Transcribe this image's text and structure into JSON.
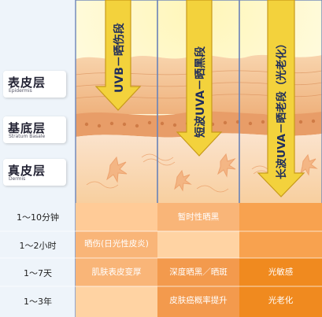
{
  "colors": {
    "background": "#eef4fa",
    "sky": "#fffbe8",
    "epidermis": "#f5c89a",
    "basale": "#f0ab77",
    "dermis": "#fbe0c8",
    "column_border": "#6b84b8",
    "arrow": "#f3d23c",
    "table_row_light": "#ffd9ad",
    "table_row_dark": "#f7a457",
    "uva_long_table": "#f08a1f"
  },
  "layers": [
    {
      "cn": "表皮层",
      "en": "Epidermis"
    },
    {
      "cn": "基底层",
      "en": "Stratum Basale"
    },
    {
      "cn": "真皮层",
      "en": "Dermis"
    }
  ],
  "rays": [
    {
      "label": "UVB－晒伤段"
    },
    {
      "label": "短波UVA－晒黑段"
    },
    {
      "label": "长波UVA－晒老段（光老化）"
    }
  ],
  "times": [
    "1～10分钟",
    "1～2小时",
    "1～7天",
    "1～3年"
  ],
  "effects": {
    "uva_short_1": "暂时性晒黑",
    "uvb_2": "晒伤(日光性皮炎)",
    "uvb_3": "肌肤表皮变厚",
    "uva_short_3": "深度晒黑／晒斑",
    "uva_long_3": "光敏感",
    "uva_short_4": "皮肤癌概率提升",
    "uva_long_4": "光老化"
  }
}
